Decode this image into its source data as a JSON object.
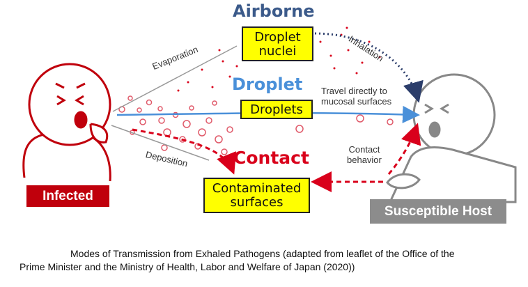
{
  "titles": {
    "airborne": "Airborne",
    "droplet": "Droplet",
    "contact": "Contact"
  },
  "boxes": {
    "droplet_nuclei": [
      "Droplet",
      "nuclei"
    ],
    "droplets": "Droplets",
    "contaminated_surfaces": [
      "Contaminated",
      "surfaces"
    ]
  },
  "labels": {
    "evaporation": "Evaporation",
    "inhalation": "Inhalation",
    "deposition": "Deposition",
    "travel_directly": [
      "Travel directly to",
      "mucosal surfaces"
    ],
    "contact_behavior": [
      "Contact",
      "behavior"
    ]
  },
  "badges": {
    "infected": "Infected",
    "susceptible_host": "Susceptible Host"
  },
  "caption": {
    "line1": "Modes of Transmission from Exhaled Pathogens (adapted from leaflet of the Office of the",
    "line2": "Prime Minister and the Ministry of Health, Labor and Welfare of Japan (2020))"
  },
  "colors": {
    "airborne": "#3b5a8a",
    "droplet": "#4a90d9",
    "contact": "#d9001b",
    "box_fill": "#ffff00",
    "infected_badge": "#c0000c",
    "host_badge": "#8c8c8c",
    "infected_figure": "#c0000c",
    "host_figure": "#888888"
  }
}
